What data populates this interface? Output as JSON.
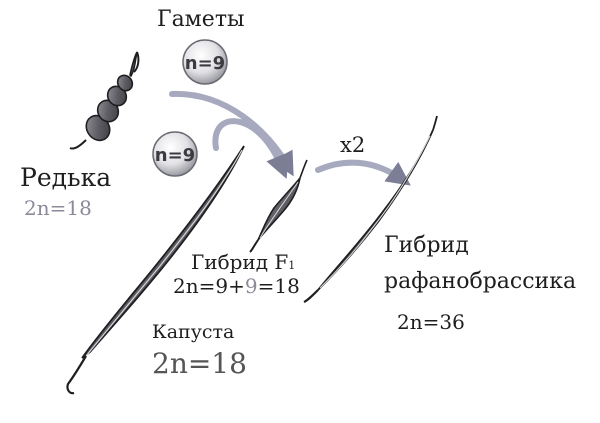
{
  "labels": {
    "gametes": "Гаметы",
    "gamete_top": "n=9",
    "gamete_bottom": "n=9",
    "radish": "Редька",
    "radish_chromosomes": "2n=18",
    "hybrid_f1": "Гибрид F",
    "hybrid_f1_sub": "1",
    "hybrid_f1_chr_a": "2n=9+",
    "hybrid_f1_chr_b": "9",
    "hybrid_f1_chr_c": "=18",
    "doubling": "x2",
    "raphanobrassica_line1": "Гибрид",
    "raphanobrassica_line2": "рафанобрассика",
    "raphanobrassica_chromosomes": "2n=36",
    "cabbage": "Капуста",
    "cabbage_chromosomes": "2n=18"
  },
  "colors": {
    "pod_fill": "#6e6e72",
    "pod_stroke": "#1f1f22",
    "arrow": "#a7a9bf",
    "muted_text": "#8a8a9a"
  }
}
